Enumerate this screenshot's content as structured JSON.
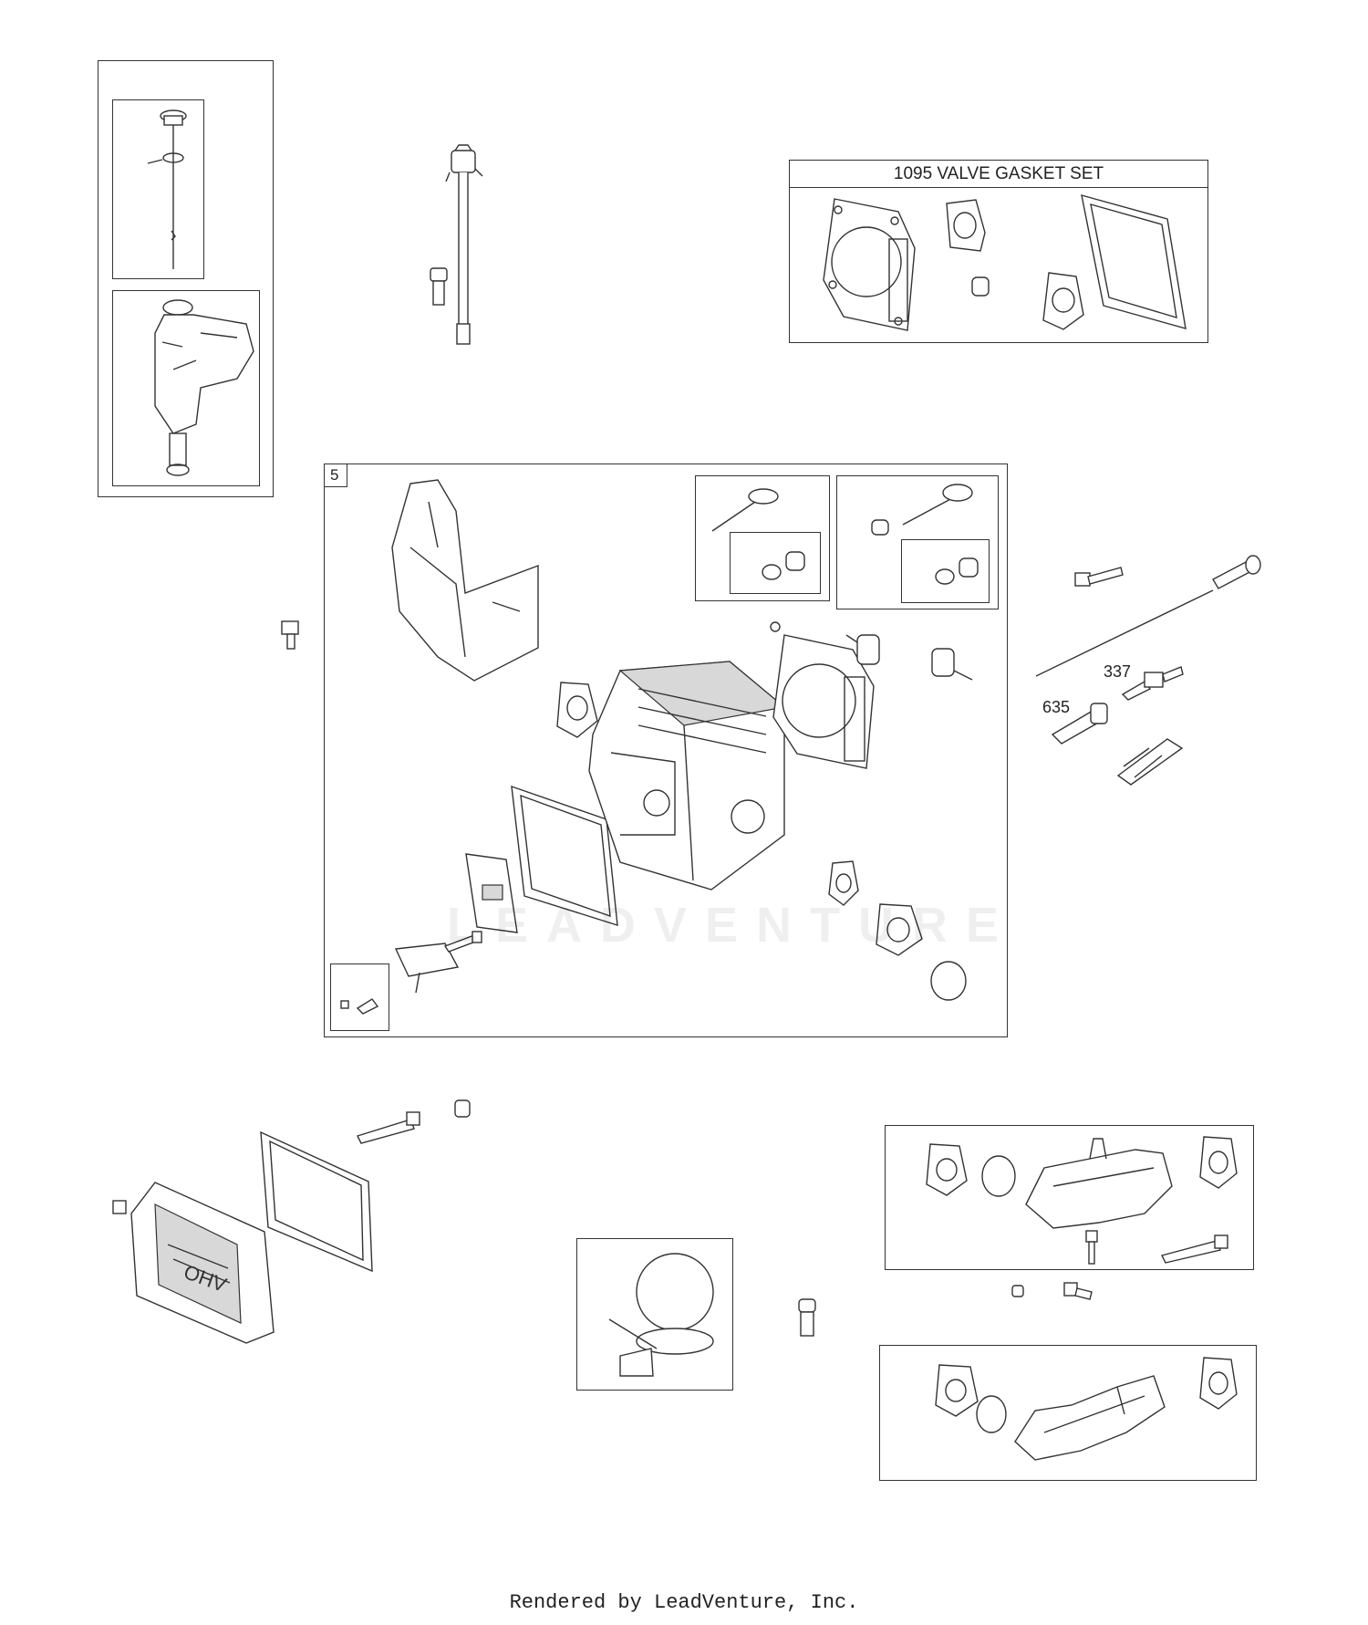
{
  "valve_gasket_kit": {
    "title": "1095 VALVE GASKET SET"
  },
  "cylinder_head_box": {
    "ref": "5"
  },
  "callouts": [
    {
      "id": "spark-plug",
      "label": "337"
    },
    {
      "id": "boot",
      "label": "635"
    }
  ],
  "watermark": "LEADVENTURE",
  "footer": "Rendered by LeadVenture, Inc."
}
